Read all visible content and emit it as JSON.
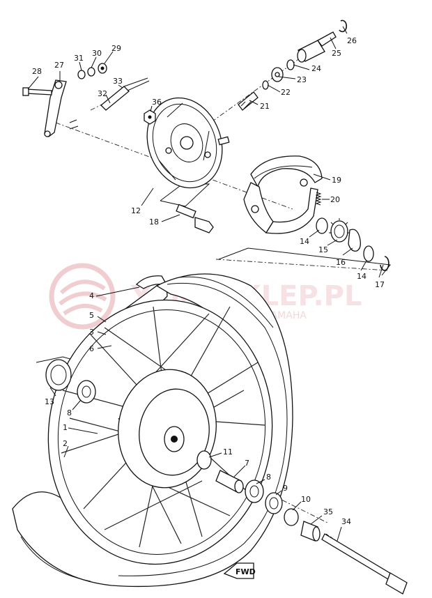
{
  "watermark": {
    "title": "YAMASKLEP.PL",
    "subtitle": "WU... ZYSKAŁ... DEALER YAMAHA",
    "color": "#e4a6ab"
  },
  "fwd_label": "FWD",
  "callouts": [
    {
      "id": "c1",
      "text": "1"
    },
    {
      "id": "c2",
      "text": "2"
    },
    {
      "id": "c3",
      "text": "3"
    },
    {
      "id": "c4",
      "text": "4"
    },
    {
      "id": "c5",
      "text": "5"
    },
    {
      "id": "c6",
      "text": "6"
    },
    {
      "id": "c7",
      "text": "7"
    },
    {
      "id": "c8a",
      "text": "8"
    },
    {
      "id": "c8b",
      "text": "8"
    },
    {
      "id": "c9",
      "text": "9"
    },
    {
      "id": "c10",
      "text": "10"
    },
    {
      "id": "c11",
      "text": "11"
    },
    {
      "id": "c12",
      "text": "12"
    },
    {
      "id": "c13",
      "text": "13"
    },
    {
      "id": "c14a",
      "text": "14"
    },
    {
      "id": "c14b",
      "text": "14"
    },
    {
      "id": "c15",
      "text": "15"
    },
    {
      "id": "c16",
      "text": "16"
    },
    {
      "id": "c17",
      "text": "17"
    },
    {
      "id": "c18",
      "text": "18"
    },
    {
      "id": "c19",
      "text": "19"
    },
    {
      "id": "c20",
      "text": "20"
    },
    {
      "id": "c21",
      "text": "21"
    },
    {
      "id": "c22",
      "text": "22"
    },
    {
      "id": "c23",
      "text": "23"
    },
    {
      "id": "c24",
      "text": "24"
    },
    {
      "id": "c25",
      "text": "25"
    },
    {
      "id": "c26",
      "text": "26"
    },
    {
      "id": "c27",
      "text": "27"
    },
    {
      "id": "c28",
      "text": "28"
    },
    {
      "id": "c29",
      "text": "29"
    },
    {
      "id": "c30",
      "text": "30"
    },
    {
      "id": "c31",
      "text": "31"
    },
    {
      "id": "c32",
      "text": "32"
    },
    {
      "id": "c33",
      "text": "33"
    },
    {
      "id": "c34",
      "text": "34"
    },
    {
      "id": "c35",
      "text": "35"
    },
    {
      "id": "c36",
      "text": "36"
    }
  ]
}
